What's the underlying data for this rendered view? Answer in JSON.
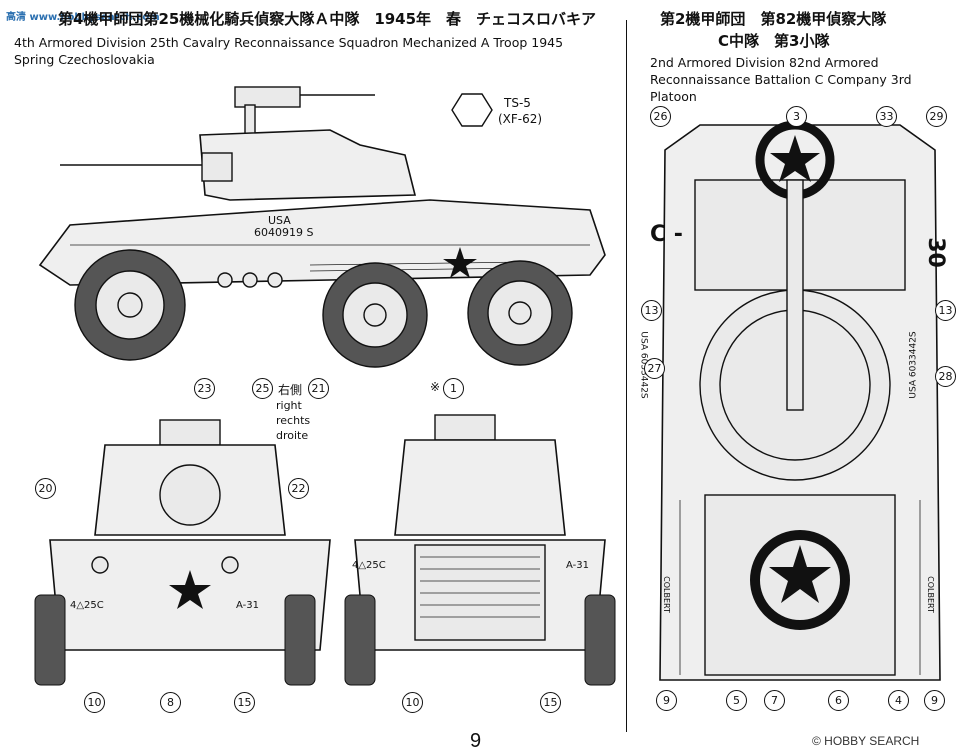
{
  "watermark_top": "高清\nwww.hobbysearch.com",
  "left_header": {
    "jp": "第4機甲師団第25機械化騎兵偵察大隊Ａ中隊　1945年　春　チェコスロバキア",
    "en": "4th Armored Division 25th Cavalry Reconnaissance Squadron Mechanized A Troop 1945 Spring Czechoslovakia"
  },
  "right_header": {
    "jp_line1": "第2機甲師団　第82機甲偵察大隊",
    "jp_line2": "C中隊　第3小隊",
    "en": "2nd Armored Division 82nd Armored Reconnaissance Battalion C Company 3rd Platoon"
  },
  "paint": {
    "code": "TS-5",
    "sub": "(XF-62)"
  },
  "side_markings": {
    "usa": "USA",
    "serial": "6040919 S"
  },
  "side_callout": {
    "right_jp": "右側",
    "right": "right",
    "rechts": "rechts",
    "droite": "droite",
    "asterisk": "※"
  },
  "front_markings": {
    "left": "4△25C",
    "right": "A-31"
  },
  "rear_markings": {
    "left": "4△25C",
    "right": "A-31"
  },
  "top_markings": {
    "letter": "C -",
    "number": "30",
    "serial_left": "USA 6033442S",
    "serial_right": "USA 6033442S",
    "colbert": "COLBERT"
  },
  "decals": {
    "side": [
      "25",
      "21",
      "1"
    ],
    "front": [
      "23",
      "20",
      "22",
      "10",
      "8",
      "15"
    ],
    "rear": [
      "10",
      "15"
    ],
    "top": [
      "26",
      "3",
      "33",
      "29",
      "13",
      "13",
      "27",
      "28",
      "9",
      "5",
      "7",
      "6",
      "4",
      "9"
    ]
  },
  "page_number": "9",
  "footer_watermark": "© HOBBY SEARCH"
}
